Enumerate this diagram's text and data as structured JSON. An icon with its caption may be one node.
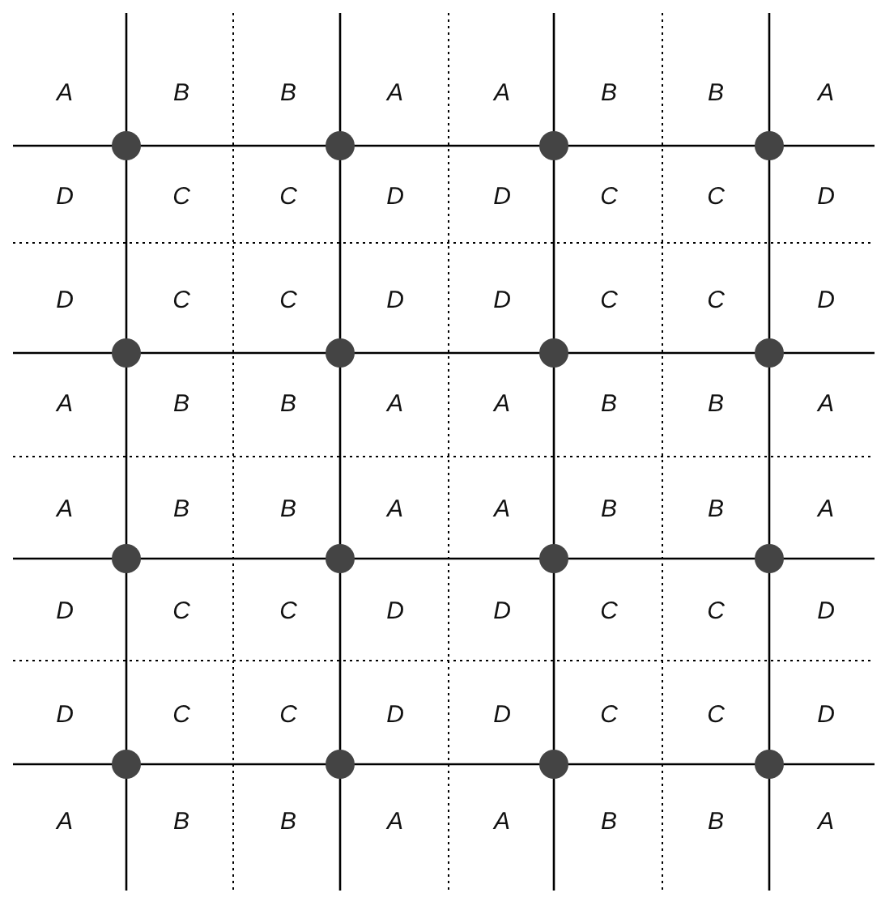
{
  "diagram": {
    "labels": [
      "A",
      "B",
      "B",
      "A",
      "A",
      "B",
      "B",
      "A",
      "D",
      "C",
      "C",
      "D",
      "D",
      "C",
      "C",
      "D",
      "D",
      "C",
      "C",
      "D",
      "D",
      "C",
      "C",
      "D",
      "A",
      "B",
      "B",
      "A",
      "A",
      "B",
      "B",
      "A",
      "A",
      "B",
      "B",
      "A",
      "A",
      "B",
      "B",
      "A",
      "D",
      "C",
      "C",
      "D",
      "D",
      "C",
      "C",
      "D",
      "D",
      "C",
      "C",
      "D",
      "D",
      "C",
      "C",
      "D",
      "A",
      "B",
      "B",
      "A",
      "A",
      "B",
      "B",
      "A"
    ]
  }
}
